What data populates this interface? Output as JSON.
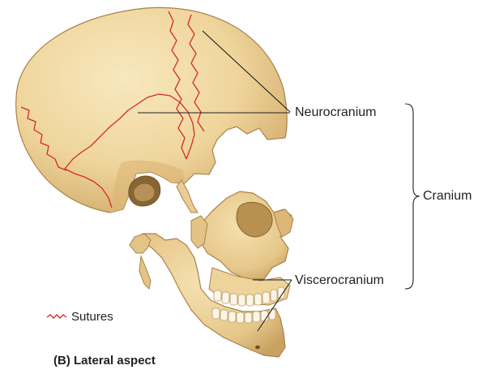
{
  "labels": {
    "neurocranium": "Neurocranium",
    "viscerocranium": "Viscerocranium",
    "cranium": "Cranium"
  },
  "legend": {
    "sutures": "Sutures"
  },
  "caption": "(B) Lateral aspect",
  "colors": {
    "bone": "#f1d9a3",
    "bone_shadow": "#d7b271",
    "bone_outline": "#a8824a",
    "suture": "#d62a2a",
    "leader_line": "#231f20",
    "teeth": "#fbf6e8"
  }
}
